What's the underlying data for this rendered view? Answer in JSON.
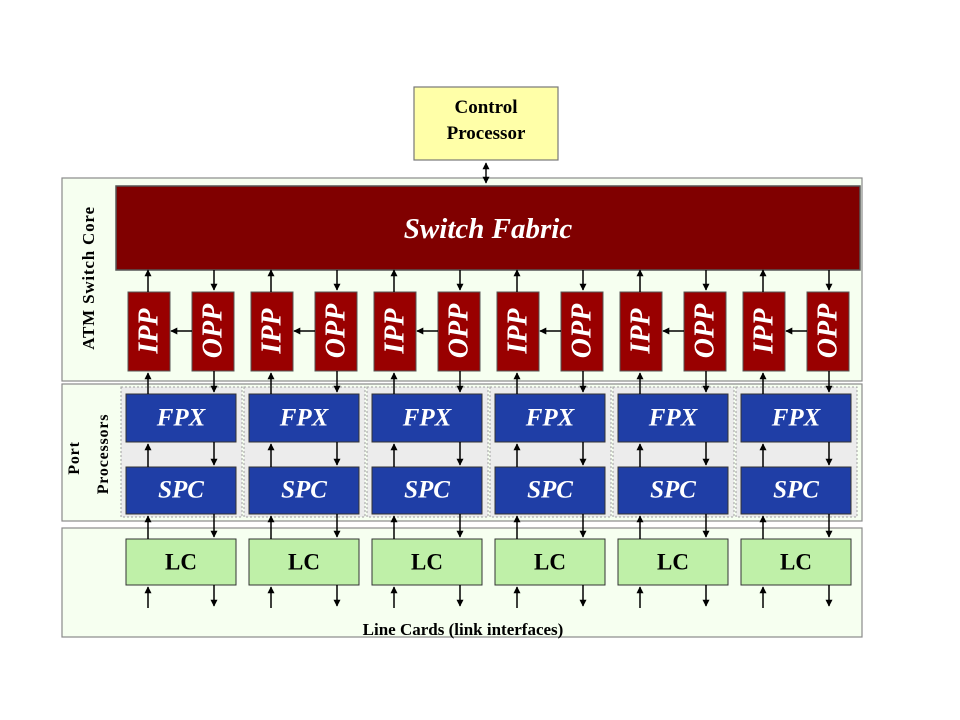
{
  "control_processor": {
    "line1": "Control",
    "line2": "Processor"
  },
  "atm_core": {
    "label": "ATM Switch Core"
  },
  "switch_fabric": {
    "label": "Switch Fabric"
  },
  "port_processors": {
    "line1": "Port",
    "line2": "Processors"
  },
  "line_cards_caption": "Line Cards (link interfaces)",
  "ports": [
    {
      "ipp": "IPP",
      "opp": "OPP",
      "fpx": "FPX",
      "spc": "SPC",
      "lc": "LC"
    },
    {
      "ipp": "IPP",
      "opp": "OPP",
      "fpx": "FPX",
      "spc": "SPC",
      "lc": "LC"
    },
    {
      "ipp": "IPP",
      "opp": "OPP",
      "fpx": "FPX",
      "spc": "SPC",
      "lc": "LC"
    },
    {
      "ipp": "IPP",
      "opp": "OPP",
      "fpx": "FPX",
      "spc": "SPC",
      "lc": "LC"
    },
    {
      "ipp": "IPP",
      "opp": "OPP",
      "fpx": "FPX",
      "spc": "SPC",
      "lc": "LC"
    },
    {
      "ipp": "IPP",
      "opp": "OPP",
      "fpx": "FPX",
      "spc": "SPC",
      "lc": "LC"
    }
  ],
  "colors": {
    "fabric": "#800000",
    "ipp_opp": "#990000",
    "fpx_spc": "#1f3ea6",
    "lc": "#bff0a8",
    "control": "#ffffa8",
    "panel_bg": "#f6fff0",
    "port_cell_bg": "#ececec"
  }
}
